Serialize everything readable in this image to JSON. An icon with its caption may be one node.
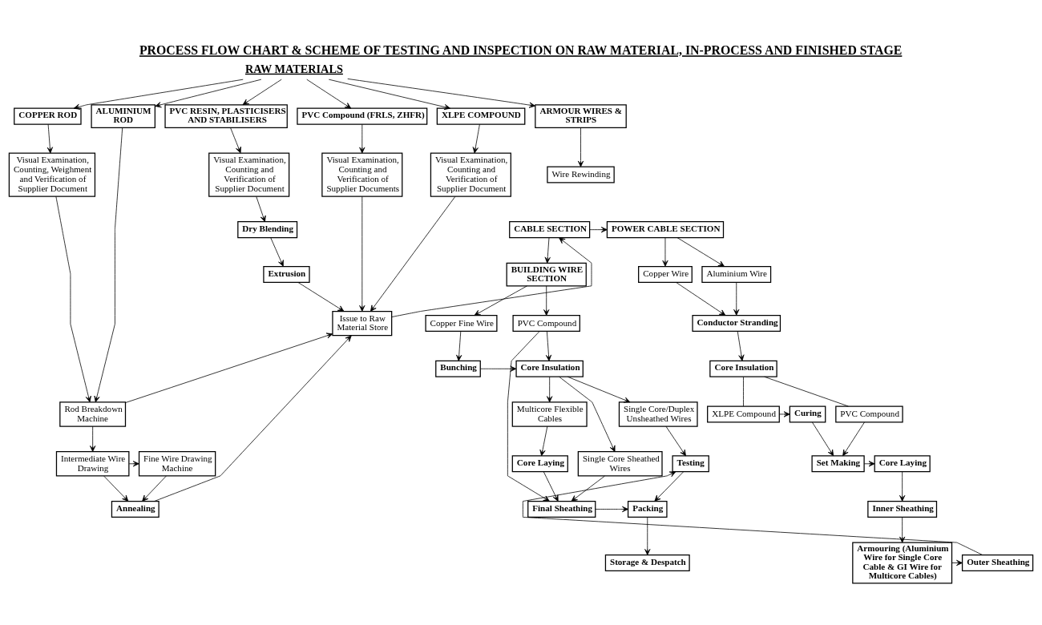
{
  "diagram": {
    "title": "PROCESS FLOW CHART & SCHEME OF TESTING AND INSPECTION ON RAW MATERIAL, IN-PROCESS AND FINISHED STAGE",
    "nodes": [
      {
        "text": [
          "RAW MATERIALS"
        ]
      },
      {
        "text": [
          "COPPER ROD"
        ]
      },
      {
        "text": [
          "ALUMINIUM ROD"
        ]
      },
      {
        "text": [
          "PVC RESIN, PLASTICISERS AND STABILISERS"
        ]
      },
      {
        "text": [
          "PVC Compound (FRLS, ZHFR)"
        ]
      },
      {
        "text": [
          "XLPE COMPOUND"
        ]
      },
      {
        "text": [
          "ARMOUR WIRES & STRIPS"
        ]
      },
      {
        "text": [
          "Visual Examination, Counting, Weighment and Verification of Supplier Document"
        ]
      },
      {
        "text": [
          "Visual Examination, Counting and Verification of Supplier Document"
        ]
      },
      {
        "text": [
          "Visual Examination, Counting and Verification of Supplier Documents"
        ]
      },
      {
        "text": [
          "Visual Examination, Counting and Verification of Supplier Document"
        ]
      },
      {
        "text": [
          "CABLE SECTION"
        ]
      },
      {
        "text": [
          "POWER CABLE SECTION"
        ]
      },
      {
        "text": [
          "Dry Blending"
        ]
      },
      {
        "text": [
          "BUILDING WIRE SECTION"
        ]
      },
      {
        "text": [
          "Copper Wire"
        ]
      },
      {
        "text": [
          "Aluminium Wire"
        ]
      },
      {
        "text": [
          "Extrusion"
        ]
      },
      {
        "text": [
          "PVC Compound"
        ]
      },
      {
        "text": [
          "Copper Fine Wire"
        ]
      },
      {
        "text": [
          "Conductor Stranding"
        ]
      },
      {
        "text": [
          "Wire Rewinding"
        ]
      },
      {
        "text": [
          "Issue to Raw Material Store"
        ]
      },
      {
        "text": [
          "Core Insulation"
        ]
      },
      {
        "text": [
          "Bunching"
        ]
      },
      {
        "text": [
          "Core Insulation"
        ]
      },
      {
        "text": [
          "Rod Breakdown Machine"
        ]
      },
      {
        "text": [
          "Single Core/Duplex Unsheathed Wires"
        ]
      },
      {
        "text": [
          "Single Core Sheathed Wires"
        ]
      },
      {
        "text": [
          "Multicore Flexible Cables"
        ]
      },
      {
        "text": [
          "PVC Compound"
        ]
      },
      {
        "text": [
          "XLPE Compound"
        ]
      },
      {
        "text": [
          "Curing"
        ]
      },
      {
        "text": [
          "Fine Wire Drawing Machine"
        ]
      },
      {
        "text": [
          "Intermediate Wire Drawing"
        ]
      },
      {
        "text": [
          "Annealing"
        ]
      },
      {
        "text": [
          "Testing"
        ]
      },
      {
        "text": [
          "Core Laying"
        ]
      },
      {
        "text": [
          "Set Making"
        ]
      },
      {
        "text": [
          "Core Laying"
        ]
      },
      {
        "text": [
          "Packing"
        ]
      },
      {
        "text": [
          "Final Sheathing"
        ]
      },
      {
        "text": [
          "Inner Sheathing"
        ]
      },
      {
        "text": [
          "Outer Sheathing"
        ]
      },
      {
        "text": [
          "Armouring (Aluminium Wire for Single Core Cable & GI Wire for Multicore Cables)"
        ]
      },
      {
        "text": [
          "Storage & Despatch"
        ]
      }
    ],
    "edges": [
      {
        "from": 0,
        "to": 1,
        "arrow": "to"
      },
      {
        "from": 0,
        "to": 2,
        "arrow": "to"
      },
      {
        "from": 0,
        "to": 3,
        "arrow": "to"
      },
      {
        "from": 0,
        "to": 4,
        "arrow": "to"
      },
      {
        "from": 0,
        "to": 5,
        "arrow": "to"
      },
      {
        "from": 0,
        "to": 6,
        "arrow": "to"
      },
      {
        "from": 1,
        "to": 7,
        "arrow": "to"
      },
      {
        "from": 7,
        "to": 26,
        "arrow": "to"
      },
      {
        "from": 2,
        "to": 26,
        "arrow": "to"
      },
      {
        "from": 3,
        "to": 8,
        "arrow": "to"
      },
      {
        "from": 8,
        "to": 13,
        "arrow": "to"
      },
      {
        "from": 13,
        "to": 17,
        "arrow": "to"
      },
      {
        "from": 17,
        "to": 22,
        "arrow": "to"
      },
      {
        "from": 4,
        "to": 9,
        "arrow": "to"
      },
      {
        "from": 5,
        "to": 10,
        "arrow": "to"
      },
      {
        "from": 9,
        "to": 22,
        "arrow": "to"
      },
      {
        "from": 10,
        "to": 22,
        "arrow": "to"
      },
      {
        "from": 22,
        "to": 11,
        "arrow": "to"
      },
      {
        "from": 26,
        "to": 22,
        "arrow": "to"
      },
      {
        "from": 35,
        "to": 22,
        "arrow": "to"
      },
      {
        "from": 11,
        "to": 12,
        "arrow": "to"
      },
      {
        "from": 11,
        "to": 14,
        "arrow": "to"
      },
      {
        "from": 12,
        "to": 15,
        "arrow": "to"
      },
      {
        "from": 12,
        "to": 16,
        "arrow": "to"
      },
      {
        "from": 15,
        "to": 20,
        "arrow": "to"
      },
      {
        "from": 16,
        "to": 20,
        "arrow": "to"
      },
      {
        "from": 14,
        "to": 18,
        "arrow": "to"
      },
      {
        "from": 14,
        "to": 19,
        "arrow": "to"
      },
      {
        "from": 18,
        "to": 23,
        "arrow": "to"
      },
      {
        "from": 19,
        "to": 24,
        "arrow": "to"
      },
      {
        "from": 24,
        "to": 23,
        "arrow": "to"
      },
      {
        "from": 18,
        "to": 41,
        "arrow": "to"
      },
      {
        "from": 23,
        "to": 27,
        "arrow": "to"
      },
      {
        "from": 23,
        "to": 28,
        "arrow": "to"
      },
      {
        "from": 23,
        "to": 29,
        "arrow": "to"
      },
      {
        "from": 6,
        "to": 21,
        "arrow": "to"
      },
      {
        "from": 20,
        "to": 25,
        "arrow": "to"
      },
      {
        "from": 25,
        "to": 30,
        "arrow": "none"
      },
      {
        "from": 25,
        "to": 31,
        "arrow": "none"
      },
      {
        "from": 31,
        "to": 32,
        "arrow": "to"
      },
      {
        "from": 30,
        "to": 38,
        "arrow": "to"
      },
      {
        "from": 32,
        "to": 38,
        "arrow": "to"
      },
      {
        "from": 38,
        "to": 39,
        "arrow": "to"
      },
      {
        "from": 39,
        "to": 42,
        "arrow": "to"
      },
      {
        "from": 42,
        "to": 44,
        "arrow": "to"
      },
      {
        "from": 44,
        "to": 43,
        "arrow": "to"
      },
      {
        "from": 43,
        "to": 36,
        "arrow": "to"
      },
      {
        "from": 41,
        "to": 40,
        "arrow": "to"
      },
      {
        "from": 28,
        "to": 41,
        "arrow": "to"
      },
      {
        "from": 29,
        "to": 37,
        "arrow": "to"
      },
      {
        "from": 37,
        "to": 41,
        "arrow": "to"
      },
      {
        "from": 27,
        "to": 36,
        "arrow": "to"
      },
      {
        "from": 36,
        "to": 40,
        "arrow": "to"
      },
      {
        "from": 40,
        "to": 45,
        "arrow": "to"
      },
      {
        "from": 26,
        "to": 34,
        "arrow": "to"
      },
      {
        "from": 34,
        "to": 33,
        "arrow": "to"
      },
      {
        "from": 34,
        "to": 35,
        "arrow": "to"
      },
      {
        "from": 33,
        "to": 35,
        "arrow": "to"
      }
    ]
  }
}
